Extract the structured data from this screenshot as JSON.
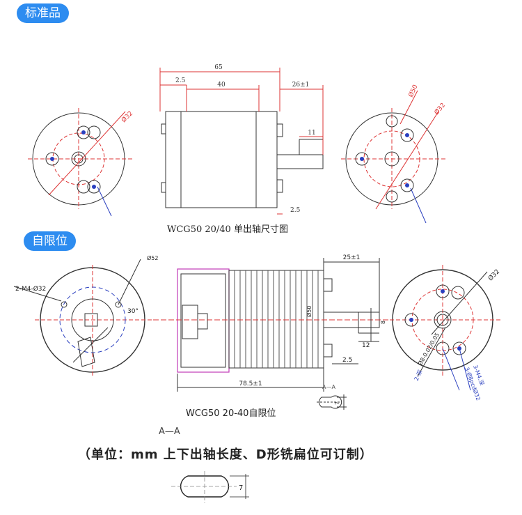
{
  "sections": {
    "standard": "标准品",
    "limit": "自限位"
  },
  "captions": {
    "standard": "WCG50 20/40 单出轴尺寸图",
    "limit": "WCG50 20-40自限位",
    "section_aa": "A—A",
    "note": "（单位：mm 上下出轴长度、D形铣扁位可订制）"
  },
  "dims_standard": {
    "total": "65",
    "d1": "2.5",
    "body": "40",
    "shaft": "26±1",
    "flat": "11",
    "d2": "2.5",
    "phi32_left": "Ø32",
    "phi50_right": "Ø50",
    "phi32_right": "Ø32"
  },
  "dims_limit": {
    "phi52": "Ø52",
    "holes": "2-M4-Ø32",
    "angle": "30°",
    "shaft_len": "25±1",
    "phi50": "Ø50",
    "d_flat": "8",
    "d12": "12",
    "d25": "2.5",
    "len": "78.5±1",
    "aa_label": "A—A",
    "seven": "7",
    "phi32": "Ø32",
    "phi8": "Ø8-0.02/0.05",
    "m4": "3-M4.深",
    "bpc": "3-Ø8pcdØ32",
    "side2": "2-深"
  }
}
